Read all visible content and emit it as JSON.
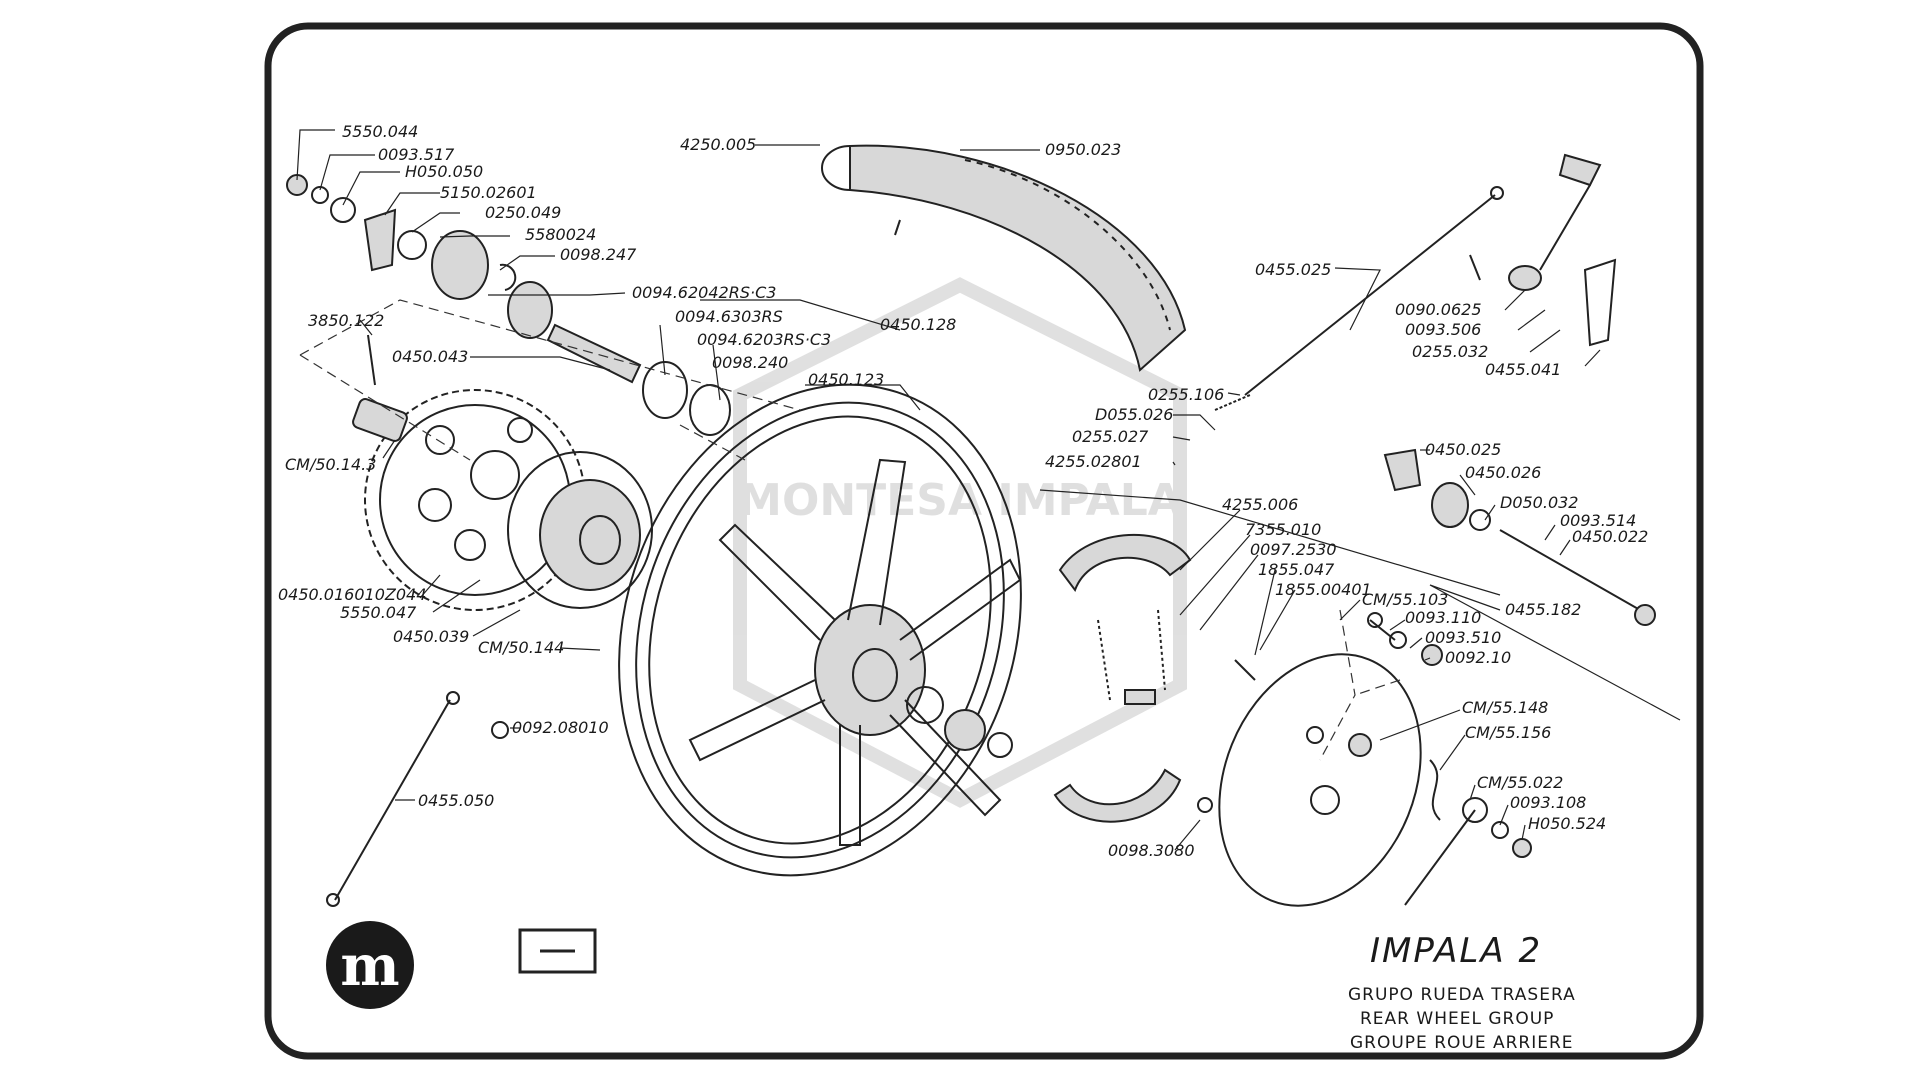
{
  "title": "IMPALA 2",
  "subtitles": [
    "GRUPO RUEDA TRASERA",
    "REAR WHEEL GROUP",
    "GROUPE ROUE ARRIERE"
  ],
  "logo_glyph": "m",
  "watermark_text": "MONTESA IMPALA",
  "parts": [
    "5550.044",
    "0093.517",
    "H050.050",
    "5150.02601",
    "0250.049",
    "5580024",
    "0098.247",
    "3850.122",
    "0450.043",
    "0094.62042RS·C3",
    "0094.6303RS",
    "0094.6203RS·C3",
    "0098.240",
    "0450.128",
    "4250.005",
    "0950.023",
    "0450.123",
    "CM/50.14.3",
    "0450.016010Z044",
    "5550.047",
    "0450.039",
    "CM/50.144",
    "0092.08010",
    "0455.050",
    "0455.025",
    "0255.106",
    "D055.026",
    "0255.027",
    "4255.02801",
    "0090.0625",
    "0093.506",
    "0255.032",
    "0455.041",
    "0450.025",
    "0450.026",
    "D050.032",
    "0093.514",
    "0450.022",
    "4255.006",
    "7355.010",
    "0097.2530",
    "1855.047",
    "1855.00401",
    "CM/55.103",
    "0093.110",
    "0093.510",
    "0092.10",
    "0455.182",
    "CM/55.148",
    "CM/55.156",
    "CM/55.022",
    "0093.108",
    "H050.524",
    "0098.3080"
  ]
}
